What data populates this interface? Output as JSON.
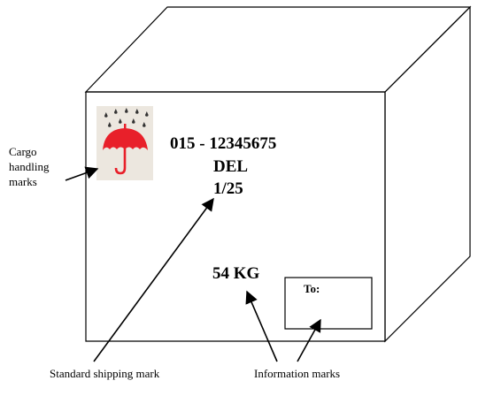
{
  "package": {
    "awb_number": "015 - 12345675",
    "destination": "DEL",
    "piece_count": "1/25",
    "weight": "54 KG",
    "to_label": "To:"
  },
  "callouts": {
    "cargo_handling_line1": "Cargo",
    "cargo_handling_line2": "handling",
    "cargo_handling_line3": "marks",
    "standard_shipping": "Standard shipping mark",
    "information": "Information marks"
  },
  "icons": {
    "handling_symbol": "keep-dry-umbrella-icon"
  },
  "colors": {
    "umbrella": "#e8202a",
    "rain": "#333333",
    "symbol_background": "#ece7df",
    "outline": "#000000"
  }
}
